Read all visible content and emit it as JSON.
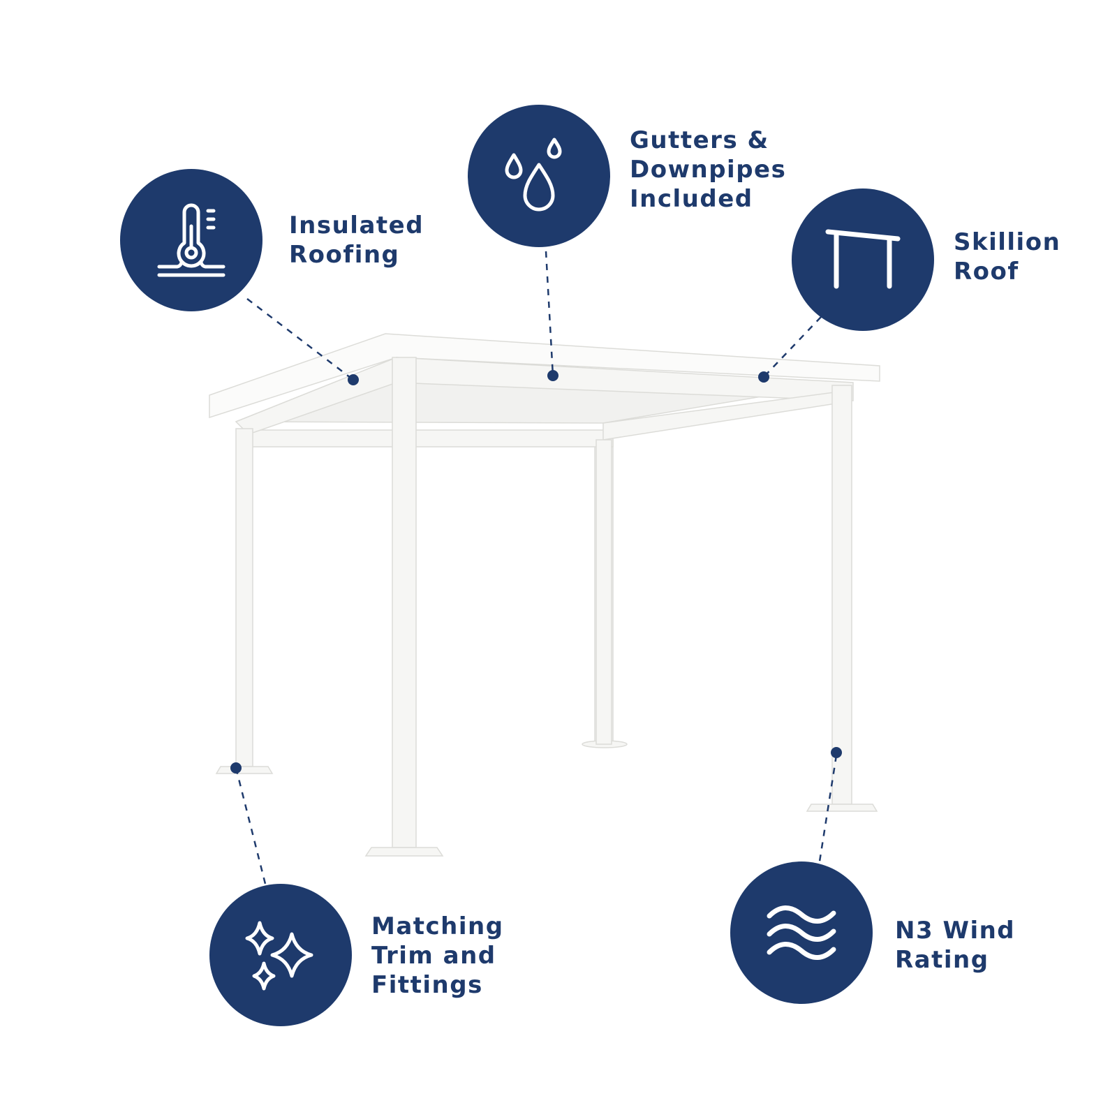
{
  "colors": {
    "brand_navy": "#1e3a6c",
    "structure_white": "#f7f7f5",
    "background": "#ffffff"
  },
  "features": [
    {
      "id": "insulated",
      "icon": "thermometer-insulation-icon",
      "label": "Insulated\nRoofing"
    },
    {
      "id": "gutters",
      "icon": "water-drops-icon",
      "label": "Gutters &\nDownpipes\nIncluded"
    },
    {
      "id": "skillion",
      "icon": "skillion-roof-icon",
      "label": "Skillion\nRoof"
    },
    {
      "id": "trim",
      "icon": "sparkles-icon",
      "label": "Matching\nTrim and\nFittings"
    },
    {
      "id": "wind",
      "icon": "wind-waves-icon",
      "label": "N3 Wind\nRating"
    }
  ]
}
